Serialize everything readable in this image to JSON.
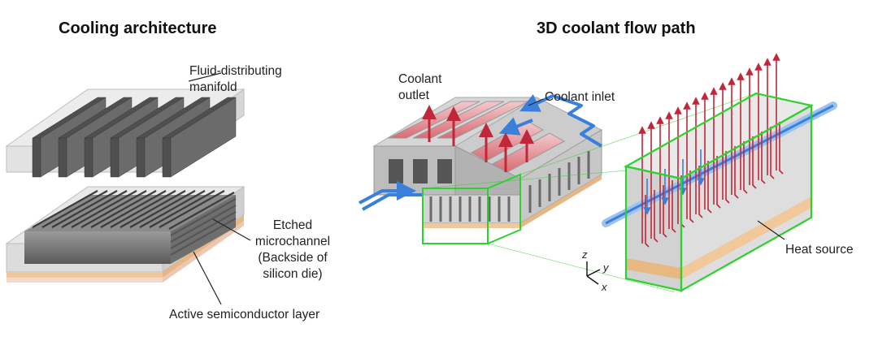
{
  "titles": {
    "left": "Cooling architecture",
    "right": "3D coolant flow path"
  },
  "labels": {
    "manifold_line1": "Fluid-distributing",
    "manifold_line2": "manifold",
    "microchannel_line1": "Etched",
    "microchannel_line2": "microchannel",
    "microchannel_line3": "(Backside of",
    "microchannel_line4": "silicon die)",
    "active_layer": "Active semiconductor layer",
    "coolant_outlet_line1": "Coolant",
    "coolant_outlet_line2": "outlet",
    "coolant_inlet": "Coolant inlet",
    "heat_source": "Heat source"
  },
  "axes": {
    "z": "z",
    "y": "y",
    "x": "x"
  },
  "colors": {
    "coolant_cold": "#3a7fdc",
    "coolant_hot": "#c0283a",
    "zoom_box": "#2fd12f",
    "heat_layer": "#f0c89a",
    "silicon": "#7c7c7c"
  }
}
